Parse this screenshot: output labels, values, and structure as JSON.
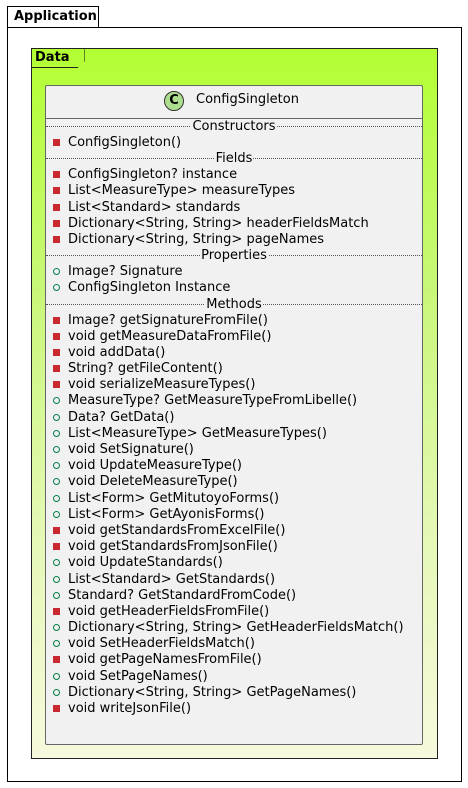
{
  "package": {
    "name": "Application"
  },
  "frame": {
    "name": "Data"
  },
  "class": {
    "stereotype_letter": "C",
    "name": "ConfigSingleton",
    "sections": [
      {
        "title": "Constructors",
        "members": [
          {
            "visibility": "private",
            "text": "ConfigSingleton()"
          }
        ]
      },
      {
        "title": "Fields",
        "members": [
          {
            "visibility": "private",
            "text": "ConfigSingleton? instance"
          },
          {
            "visibility": "private",
            "text": "List<MeasureType> measureTypes"
          },
          {
            "visibility": "private",
            "text": "List<Standard> standards"
          },
          {
            "visibility": "private",
            "text": "Dictionary<String, String> headerFieldsMatch"
          },
          {
            "visibility": "private",
            "text": "Dictionary<String, String> pageNames"
          }
        ]
      },
      {
        "title": "Properties",
        "members": [
          {
            "visibility": "public",
            "text": "Image? Signature"
          },
          {
            "visibility": "public",
            "text": "ConfigSingleton Instance"
          }
        ]
      },
      {
        "title": "Methods",
        "members": [
          {
            "visibility": "private",
            "text": "Image? getSignatureFromFile()"
          },
          {
            "visibility": "private",
            "text": "void getMeasureDataFromFile()"
          },
          {
            "visibility": "private",
            "text": "void addData()"
          },
          {
            "visibility": "private",
            "text": "String? getFileContent()"
          },
          {
            "visibility": "private",
            "text": "void serializeMeasureTypes()"
          },
          {
            "visibility": "public",
            "text": "MeasureType? GetMeasureTypeFromLibelle()"
          },
          {
            "visibility": "public",
            "text": "Data? GetData()"
          },
          {
            "visibility": "public",
            "text": "List<MeasureType> GetMeasureTypes()"
          },
          {
            "visibility": "public",
            "text": "void SetSignature()"
          },
          {
            "visibility": "public",
            "text": "void UpdateMeasureType()"
          },
          {
            "visibility": "public",
            "text": "void DeleteMeasureType()"
          },
          {
            "visibility": "public",
            "text": "List<Form> GetMitutoyoForms()"
          },
          {
            "visibility": "public",
            "text": "List<Form> GetAyonisForms()"
          },
          {
            "visibility": "private",
            "text": "void getStandardsFromExcelFile()"
          },
          {
            "visibility": "private",
            "text": "void getStandardsFromJsonFile()"
          },
          {
            "visibility": "public",
            "text": "void UpdateStandards()"
          },
          {
            "visibility": "public",
            "text": "List<Standard> GetStandards()"
          },
          {
            "visibility": "public",
            "text": "Standard? GetStandardFromCode()"
          },
          {
            "visibility": "private",
            "text": "void getHeaderFieldsFromFile()"
          },
          {
            "visibility": "public",
            "text": "Dictionary<String, String> GetHeaderFieldsMatch()"
          },
          {
            "visibility": "public",
            "text": "void SetHeaderFieldsMatch()"
          },
          {
            "visibility": "private",
            "text": "void getPageNamesFromFile()"
          },
          {
            "visibility": "public",
            "text": "void SetPageNames()"
          },
          {
            "visibility": "public",
            "text": "Dictionary<String, String> GetPageNames()"
          },
          {
            "visibility": "private",
            "text": "void writeJsonFile()"
          }
        ]
      }
    ]
  }
}
